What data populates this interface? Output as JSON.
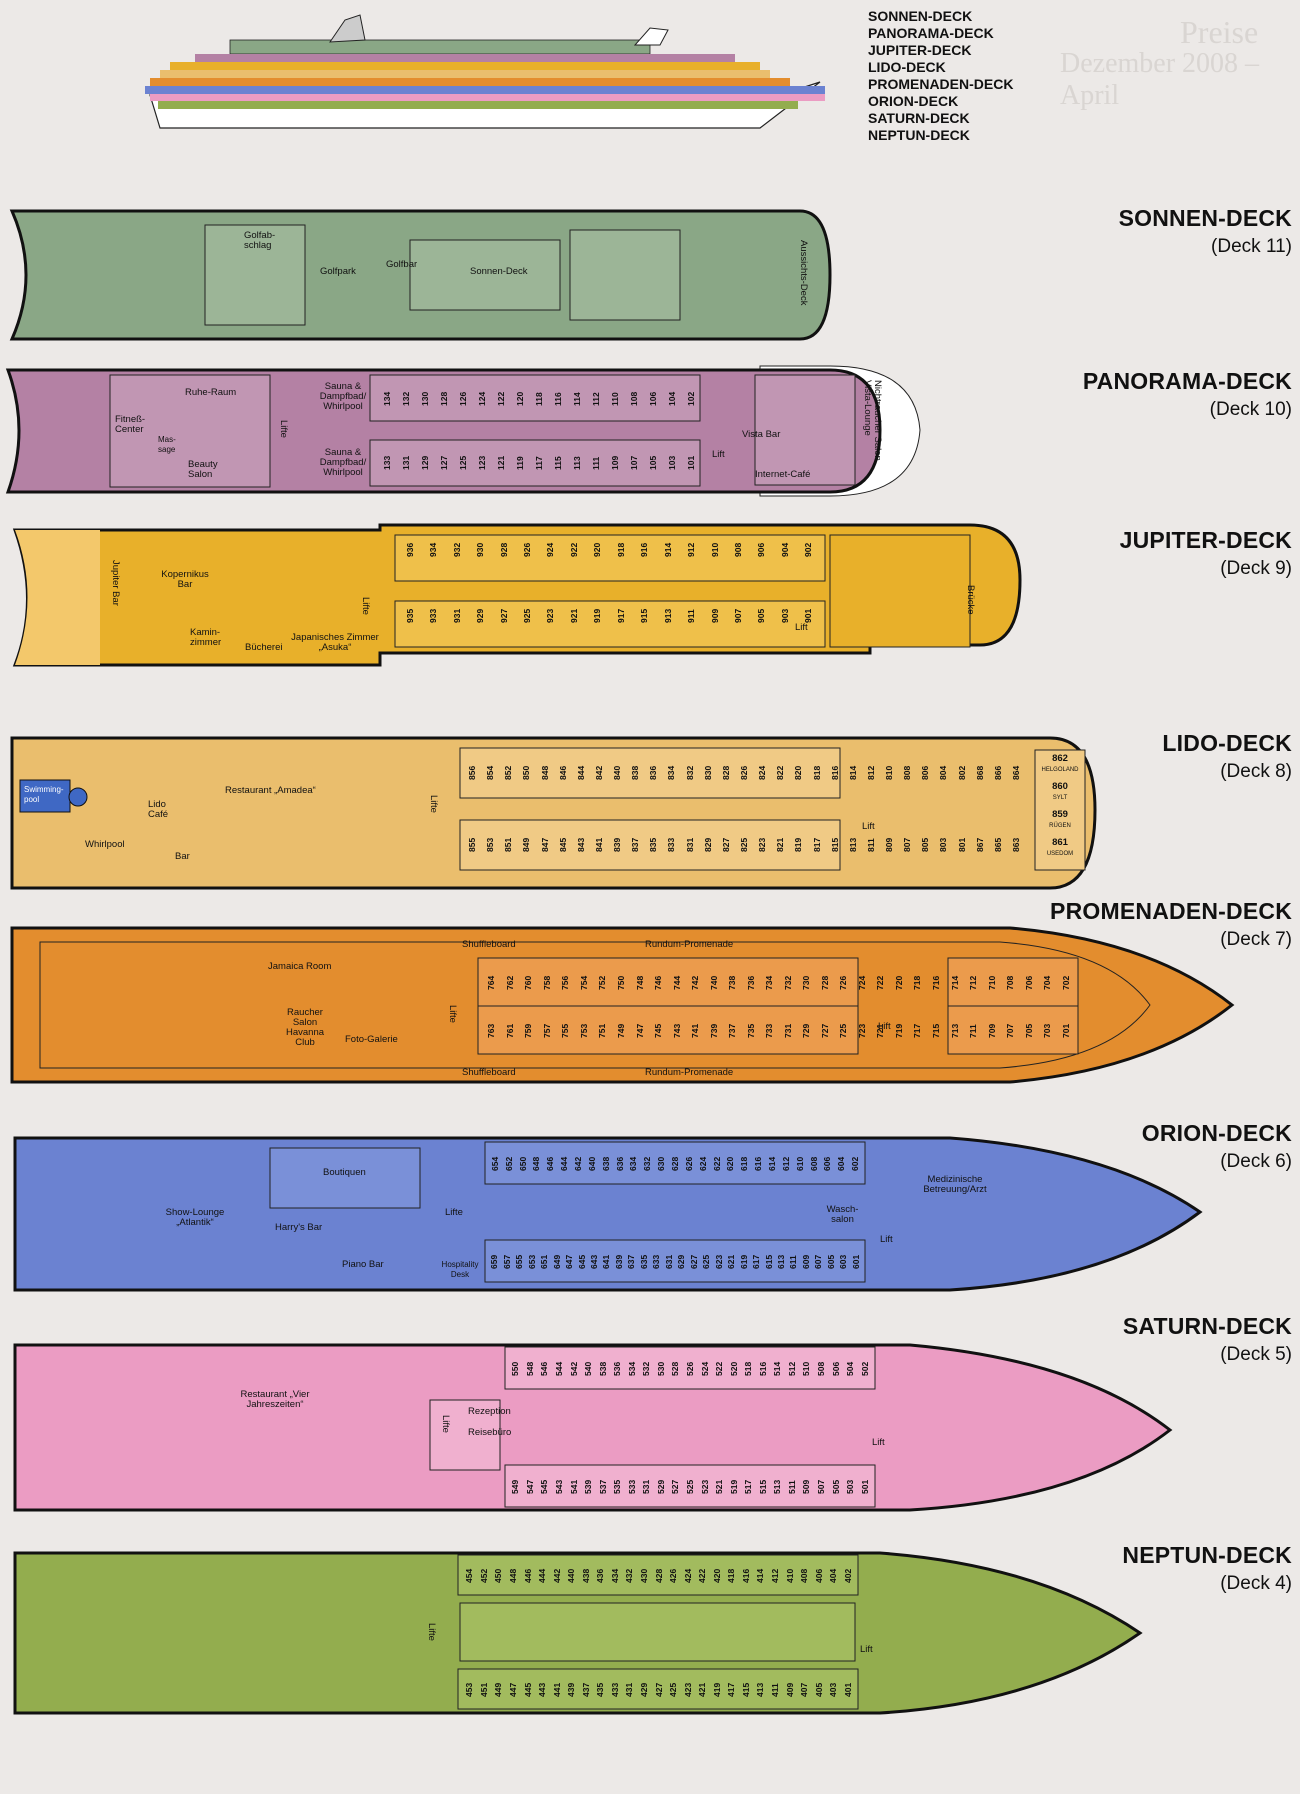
{
  "background": {
    "title_line1": "Preise",
    "title_line2": "Dezember 2008 – April"
  },
  "side_view": {
    "legend": [
      "SONNEN-DECK",
      "PANORAMA-DECK",
      "JUPITER-DECK",
      "LIDO-DECK",
      "PROMENADEN-DECK",
      "ORION-DECK",
      "SATURN-DECK",
      "NEPTUN-DECK"
    ]
  },
  "decks": [
    {
      "id": "sonnen",
      "name": "SONNEN-DECK",
      "number": "(Deck 11)",
      "color": "#8aa786",
      "labels": {
        "a": "Golfab-schlag",
        "b": "Golfpark",
        "c": "Golfbar",
        "d": "Sonnen-Deck",
        "e": "Aussichts-Deck"
      }
    },
    {
      "id": "panorama",
      "name": "PANORAMA-DECK",
      "number": "(Deck 10)",
      "color": "#b481a4",
      "labels": {
        "a": "Fitneß-Center",
        "b": "Mas-sage",
        "c": "Ruhe-Raum",
        "d": "Beauty Salon",
        "e": "Lifte",
        "f": "Sauna & Dampfbad/ Whirlpool",
        "g": "Sauna & Dampfbad/ Whirlpool",
        "h": "Lift",
        "i": "Vista Bar",
        "j": "Internet-Café",
        "k": "Nichtraucher Salon Vista-Lounge"
      },
      "cabins_top": [
        "134",
        "132",
        "130",
        "128",
        "126",
        "124",
        "122",
        "120",
        "118",
        "116",
        "114",
        "112",
        "110",
        "108",
        "106",
        "104",
        "102"
      ],
      "cabins_bottom": [
        "133",
        "131",
        "129",
        "127",
        "125",
        "123",
        "121",
        "119",
        "117",
        "115",
        "113",
        "111",
        "109",
        "107",
        "105",
        "103",
        "101"
      ]
    },
    {
      "id": "jupiter",
      "name": "JUPITER-DECK",
      "number": "(Deck 9)",
      "color": "#e8b02a",
      "labels": {
        "a": "Jupiter Bar",
        "b": "Kopernikus Bar",
        "c": "Kamin-zimmer",
        "d": "Bücherei",
        "e": "Japanisches Zimmer „Asuka“",
        "f": "Lifte",
        "g": "Lift",
        "h": "Brücke"
      },
      "cabins_top": [
        "936",
        "934",
        "932",
        "930",
        "928",
        "926",
        "924",
        "922",
        "920",
        "918",
        "916",
        "914",
        "912",
        "910",
        "908",
        "906",
        "904",
        "902"
      ],
      "cabins_bottom": [
        "935",
        "933",
        "931",
        "929",
        "927",
        "925",
        "923",
        "921",
        "919",
        "917",
        "915",
        "913",
        "911",
        "909",
        "907",
        "905",
        "903",
        "901"
      ]
    },
    {
      "id": "lido",
      "name": "LIDO-DECK",
      "number": "(Deck 8)",
      "color": "#eabe6d",
      "labels": {
        "a": "Swimming-pool",
        "b": "Whirlpool",
        "c": "Lido Café",
        "d": "Bar",
        "e": "Restaurant „Amadea“",
        "f": "Lifte",
        "g": "Lift"
      },
      "cabins_top": [
        "856",
        "854",
        "852",
        "850",
        "848",
        "846",
        "844",
        "842",
        "840",
        "838",
        "836",
        "834",
        "832",
        "830",
        "828",
        "826",
        "824",
        "822",
        "820",
        "818",
        "816",
        "814",
        "812",
        "810",
        "808",
        "806",
        "804",
        "802",
        "868",
        "866",
        "864"
      ],
      "cabins_bottom": [
        "855",
        "853",
        "851",
        "849",
        "847",
        "845",
        "843",
        "841",
        "839",
        "837",
        "835",
        "833",
        "831",
        "829",
        "827",
        "825",
        "823",
        "821",
        "819",
        "817",
        "815",
        "813",
        "811",
        "809",
        "807",
        "805",
        "803",
        "801",
        "867",
        "865",
        "863"
      ],
      "suites": [
        {
          "num": "862",
          "name": "HELGOLAND"
        },
        {
          "num": "860",
          "name": "SYLT"
        },
        {
          "num": "859",
          "name": "RÜGEN"
        },
        {
          "num": "861",
          "name": "USEDOM"
        }
      ]
    },
    {
      "id": "promenaden",
      "name": "PROMENADEN-DECK",
      "number": "(Deck 7)",
      "color": "#e38d2e",
      "labels": {
        "a": "Shuffleboard",
        "b": "Rundum-Promenade",
        "c": "Shuffleboard",
        "d": "Rundum-Promenade",
        "e": "Jamaica Room",
        "f": "Raucher Salon Havanna Club",
        "g": "Foto-Galerie",
        "h": "Lifte",
        "i": "Lift"
      },
      "cabins_top": [
        "764",
        "762",
        "760",
        "758",
        "756",
        "754",
        "752",
        "750",
        "748",
        "746",
        "744",
        "742",
        "740",
        "738",
        "736",
        "734",
        "732",
        "730",
        "728",
        "726",
        "724",
        "722",
        "720",
        "718",
        "716",
        "714",
        "712",
        "710",
        "708",
        "706",
        "704",
        "702"
      ],
      "cabins_bottom": [
        "763",
        "761",
        "759",
        "757",
        "755",
        "753",
        "751",
        "749",
        "747",
        "745",
        "743",
        "741",
        "739",
        "737",
        "735",
        "733",
        "731",
        "729",
        "727",
        "725",
        "723",
        "721",
        "719",
        "717",
        "715",
        "713",
        "711",
        "709",
        "707",
        "705",
        "703",
        "701"
      ]
    },
    {
      "id": "orion",
      "name": "ORION-DECK",
      "number": "(Deck 6)",
      "color": "#6b82d1",
      "labels": {
        "a": "Show-Lounge „Atlantik“",
        "b": "Boutiquen",
        "c": "Harry's Bar",
        "d": "Piano Bar",
        "e": "Lifte",
        "f": "Hospitality Desk",
        "g": "Wasch-salon",
        "h": "Medizinische Betreuung/Arzt",
        "i": "Lift"
      },
      "cabins_top": [
        "654",
        "652",
        "650",
        "648",
        "646",
        "644",
        "642",
        "640",
        "638",
        "636",
        "634",
        "632",
        "630",
        "628",
        "626",
        "624",
        "622",
        "620",
        "618",
        "616",
        "614",
        "612",
        "610",
        "608",
        "606",
        "604",
        "602"
      ],
      "cabins_bottom": [
        "659",
        "657",
        "655",
        "653",
        "651",
        "649",
        "647",
        "645",
        "643",
        "641",
        "639",
        "637",
        "635",
        "633",
        "631",
        "629",
        "627",
        "625",
        "623",
        "621",
        "619",
        "617",
        "615",
        "613",
        "611",
        "609",
        "607",
        "605",
        "603",
        "601"
      ]
    },
    {
      "id": "saturn",
      "name": "SATURN-DECK",
      "number": "(Deck 5)",
      "color": "#eb9cc3",
      "labels": {
        "a": "Restaurant „Vier Jahreszeiten“",
        "b": "Lifte",
        "c": "Rezeption",
        "d": "Reisebüro",
        "e": "Lift"
      },
      "cabins_top": [
        "550",
        "548",
        "546",
        "544",
        "542",
        "540",
        "538",
        "536",
        "534",
        "532",
        "530",
        "528",
        "526",
        "524",
        "522",
        "520",
        "518",
        "516",
        "514",
        "512",
        "510",
        "508",
        "506",
        "504",
        "502"
      ],
      "cabins_bottom": [
        "549",
        "547",
        "545",
        "543",
        "541",
        "539",
        "537",
        "535",
        "533",
        "531",
        "529",
        "527",
        "525",
        "523",
        "521",
        "519",
        "517",
        "515",
        "513",
        "511",
        "509",
        "507",
        "505",
        "503",
        "501"
      ]
    },
    {
      "id": "neptun",
      "name": "NEPTUN-DECK",
      "number": "(Deck 4)",
      "color": "#93ad4e",
      "labels": {
        "a": "Lifte",
        "b": "Lift"
      },
      "cabins_top": [
        "454",
        "452",
        "450",
        "448",
        "446",
        "444",
        "442",
        "440",
        "438",
        "436",
        "434",
        "432",
        "430",
        "428",
        "426",
        "424",
        "422",
        "420",
        "418",
        "416",
        "414",
        "412",
        "410",
        "408",
        "406",
        "404",
        "402"
      ],
      "cabins_bottom": [
        "453",
        "451",
        "449",
        "447",
        "445",
        "443",
        "441",
        "439",
        "437",
        "435",
        "433",
        "431",
        "429",
        "427",
        "425",
        "423",
        "421",
        "419",
        "417",
        "415",
        "413",
        "411",
        "409",
        "407",
        "405",
        "403",
        "401"
      ]
    }
  ]
}
